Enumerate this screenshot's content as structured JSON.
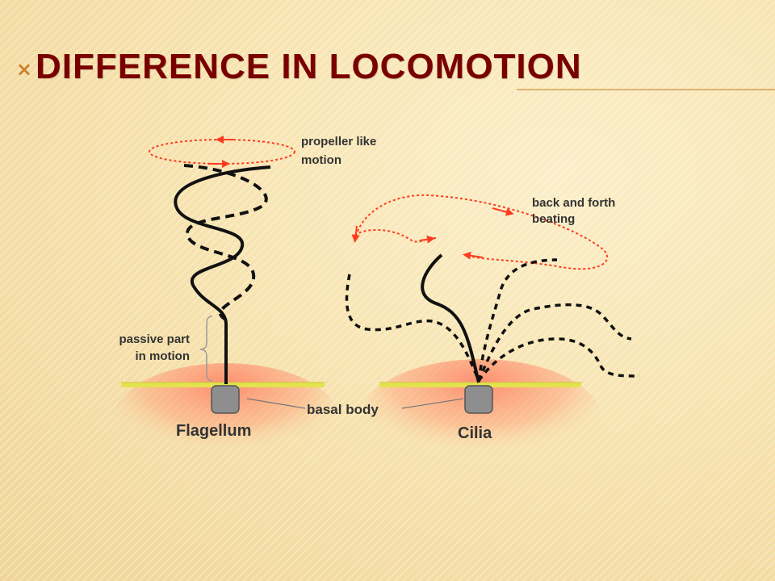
{
  "slide": {
    "title": "Difference in Locomotion",
    "bullet_glyph": "×"
  },
  "diagram": {
    "labels": {
      "propeller_line1": "propeller like",
      "propeller_line2": "motion",
      "back_forth_line1": "back and forth",
      "back_forth_line2": "beating",
      "passive_line1": "passive part",
      "passive_line2": "in motion",
      "basal_body": "basal body",
      "flagellum": "Flagellum",
      "cilia": "Cilia"
    },
    "colors": {
      "title": "#7a0000",
      "motion_path": "#ff3b1f",
      "organelle": "#111111",
      "basal_body": "#8e8e8e",
      "membrane": "#e3e34e",
      "cell_glow": "#ff7e62"
    }
  }
}
